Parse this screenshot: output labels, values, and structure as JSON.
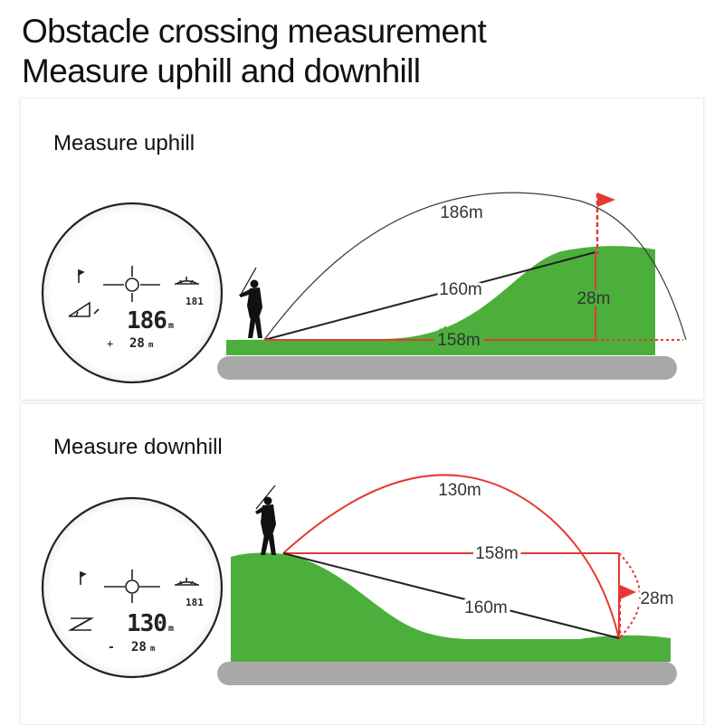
{
  "page": {
    "heading_line1": "Obstacle crossing measurement",
    "heading_line2": "Measure uphill and downhill"
  },
  "uphill": {
    "title": "Measure uphill",
    "arc_label": "186m",
    "line_label": "160m",
    "horizontal_label": "158m",
    "height_label": "28m",
    "display": {
      "main_value": "186",
      "main_unit": "m",
      "sub_value": "28",
      "sub_unit": "m",
      "mode_value": "181",
      "sign": "+"
    }
  },
  "downhill": {
    "title": "Measure downhill",
    "arc_label": "130m",
    "horizontal_label": "158m",
    "line_label": "160m",
    "height_label": "28m",
    "display": {
      "main_value": "130",
      "main_unit": "m",
      "sub_value": "28",
      "sub_unit": "m",
      "mode_value": "181",
      "sign": "-"
    }
  },
  "colors": {
    "grass": "#4CAF3B",
    "ground": "#A8A8A8",
    "measure_red": "#E53935",
    "golfer": "#111111"
  }
}
